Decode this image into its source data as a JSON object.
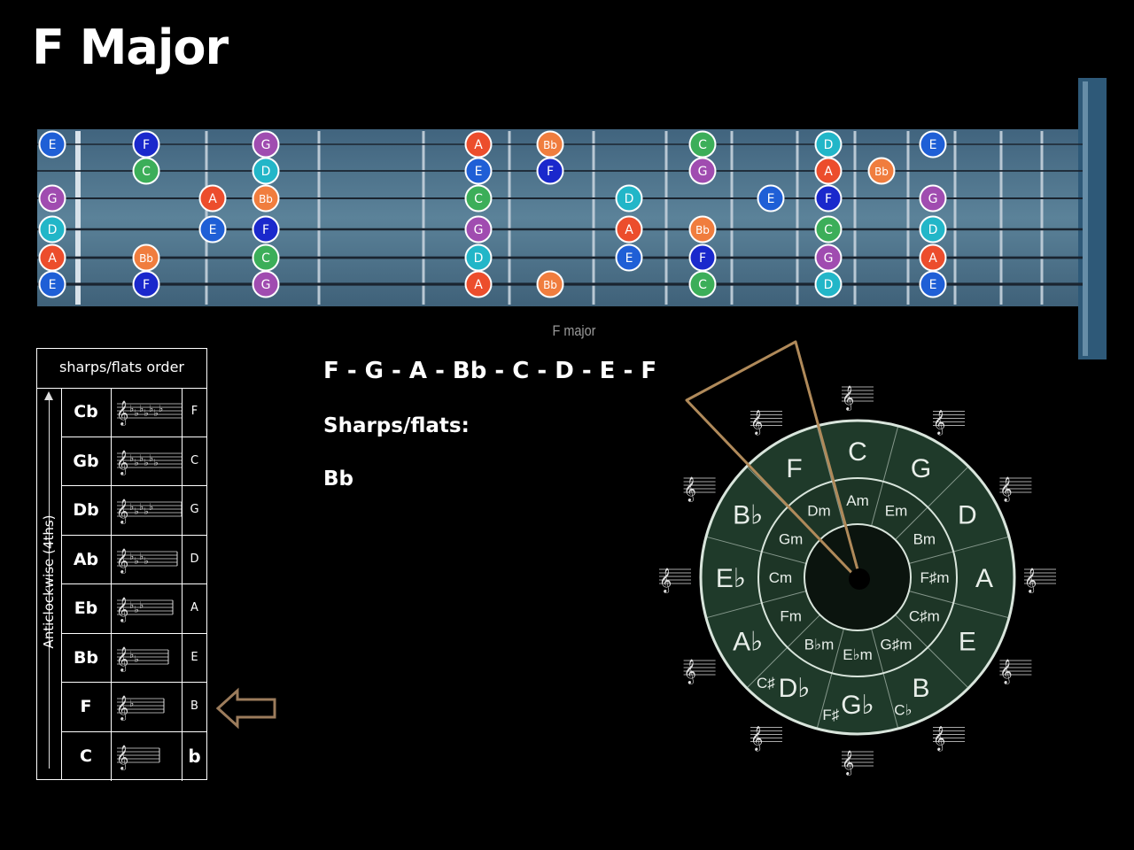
{
  "title": "F Major",
  "fretboard": {
    "caption": "F major",
    "note_colors": {
      "C": "#3cae59",
      "D": "#22b6c8",
      "E": "#1f5fd6",
      "F": "#1a28cc",
      "G": "#a04cb0",
      "A": "#ec4d2c",
      "Bb": "#f07d3e"
    },
    "strings": [
      {
        "open": "E",
        "notes": [
          {
            "fret": 1,
            "note": "F"
          },
          {
            "fret": 3,
            "note": "G"
          },
          {
            "fret": 5,
            "note": "A"
          },
          {
            "fret": 6,
            "note": "Bb"
          },
          {
            "fret": 8,
            "note": "C"
          },
          {
            "fret": 10,
            "note": "D"
          },
          {
            "fret": 12,
            "note": "E"
          }
        ]
      },
      {
        "open": "",
        "notes": [
          {
            "fret": 1,
            "note": "C"
          },
          {
            "fret": 3,
            "note": "D"
          },
          {
            "fret": 5,
            "note": "E"
          },
          {
            "fret": 6,
            "note": "F"
          },
          {
            "fret": 8,
            "note": "G"
          },
          {
            "fret": 10,
            "note": "A"
          },
          {
            "fret": 11,
            "note": "Bb"
          }
        ]
      },
      {
        "open": "G",
        "notes": [
          {
            "fret": 2,
            "note": "A"
          },
          {
            "fret": 3,
            "note": "Bb"
          },
          {
            "fret": 5,
            "note": "C"
          },
          {
            "fret": 7,
            "note": "D"
          },
          {
            "fret": 9,
            "note": "E"
          },
          {
            "fret": 10,
            "note": "F"
          },
          {
            "fret": 12,
            "note": "G"
          }
        ]
      },
      {
        "open": "D",
        "notes": [
          {
            "fret": 2,
            "note": "E"
          },
          {
            "fret": 3,
            "note": "F"
          },
          {
            "fret": 5,
            "note": "G"
          },
          {
            "fret": 7,
            "note": "A"
          },
          {
            "fret": 8,
            "note": "Bb"
          },
          {
            "fret": 10,
            "note": "C"
          },
          {
            "fret": 12,
            "note": "D"
          }
        ]
      },
      {
        "open": "A",
        "notes": [
          {
            "fret": 1,
            "note": "Bb"
          },
          {
            "fret": 3,
            "note": "C"
          },
          {
            "fret": 5,
            "note": "D"
          },
          {
            "fret": 7,
            "note": "E"
          },
          {
            "fret": 8,
            "note": "F"
          },
          {
            "fret": 10,
            "note": "G"
          },
          {
            "fret": 12,
            "note": "A"
          }
        ]
      },
      {
        "open": "E",
        "notes": [
          {
            "fret": 1,
            "note": "F"
          },
          {
            "fret": 3,
            "note": "G"
          },
          {
            "fret": 5,
            "note": "A"
          },
          {
            "fret": 6,
            "note": "Bb"
          },
          {
            "fret": 8,
            "note": "C"
          },
          {
            "fret": 10,
            "note": "D"
          },
          {
            "fret": 12,
            "note": "E"
          }
        ]
      }
    ]
  },
  "scale": "F - G - A - Bb - C - D - E - F",
  "sharps_flats_label": "Sharps/flats:",
  "sharps_flats_value": "Bb",
  "order_table": {
    "header": "sharps/flats order",
    "side_label": "Anticlockwise (4ths)",
    "rows": [
      {
        "key": "Cb",
        "flats": 7,
        "note": "F"
      },
      {
        "key": "Gb",
        "flats": 6,
        "note": "C"
      },
      {
        "key": "Db",
        "flats": 5,
        "note": "G"
      },
      {
        "key": "Ab",
        "flats": 4,
        "note": "D"
      },
      {
        "key": "Eb",
        "flats": 3,
        "note": "A"
      },
      {
        "key": "Bb",
        "flats": 2,
        "note": "E"
      },
      {
        "key": "F",
        "flats": 1,
        "note": "B"
      },
      {
        "key": "C",
        "flats": 0,
        "note": "b"
      }
    ],
    "highlighted_row": "F"
  },
  "circle_of_fifths": {
    "major": [
      "C",
      "G",
      "D",
      "A",
      "E",
      "B",
      "G♭",
      "D♭",
      "A♭",
      "E♭",
      "B♭",
      "F"
    ],
    "major_enharmonic": [
      "",
      "",
      "",
      "",
      "",
      "C♭",
      "F♯",
      "C♯",
      "",
      "",
      "",
      ""
    ],
    "minor": [
      "Am",
      "Em",
      "Bm",
      "F♯m",
      "C♯m",
      "G♯m",
      "E♭m",
      "B♭m",
      "Fm",
      "Cm",
      "Gm",
      "Dm"
    ],
    "colors": {
      "ring": "#1f3a2a",
      "inner": "#1d3526",
      "center": "#0b140e",
      "line": "#d9e5dc"
    },
    "pointer_color": "#b08a5a"
  }
}
